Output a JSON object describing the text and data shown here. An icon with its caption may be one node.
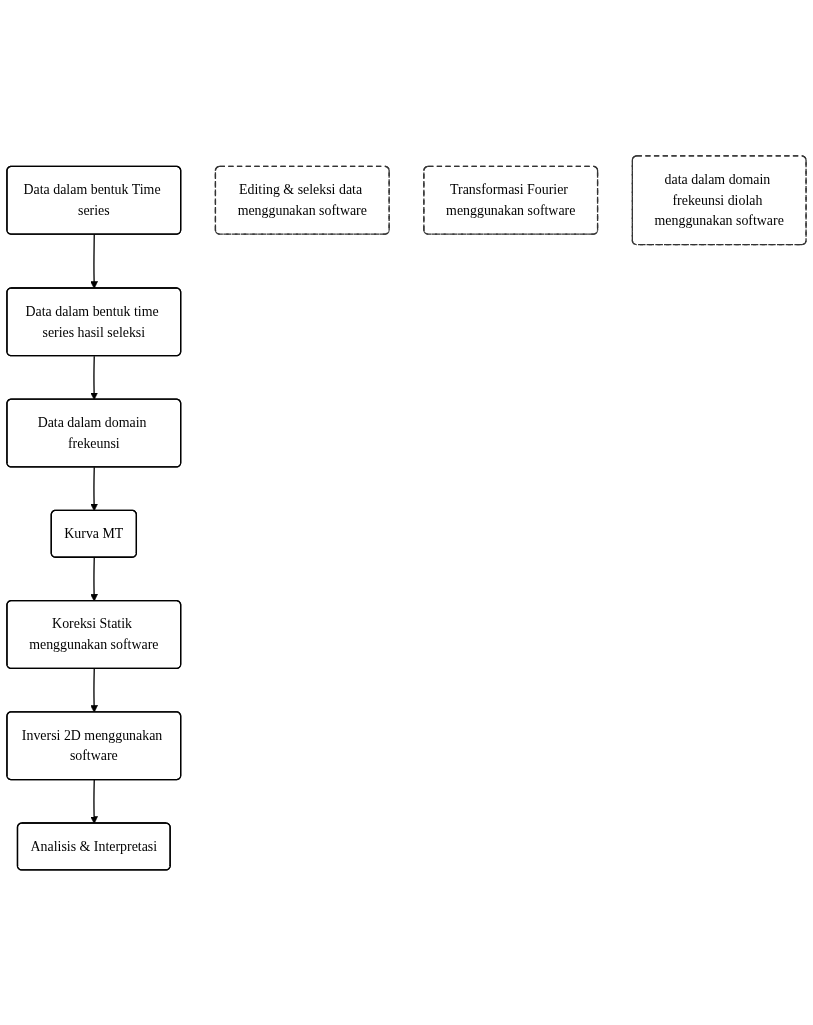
{
  "diagram": {
    "nodes": [
      {
        "text": [
          "Data dalam bentuk Time series"
        ]
      },
      {
        "text": [
          "Editing & seleksi data menggunakan software"
        ]
      },
      {
        "text": [
          "Data dalam bentuk time series hasil seleksi"
        ]
      },
      {
        "text": [
          "Transformasi Fourier menggunakan software"
        ]
      },
      {
        "text": [
          "Data dalam domain frekeunsi"
        ]
      },
      {
        "text": [
          "data dalam domain frekeunsi diolah menggunakan software"
        ]
      },
      {
        "text": [
          "Kurva MT"
        ]
      },
      {
        "text": [
          "Koreksi Statik menggunakan software"
        ]
      },
      {
        "text": [
          "Inversi 2D menggunakan software"
        ]
      },
      {
        "text": [
          "Analisis & Interpretasi"
        ]
      }
    ],
    "edges": [
      {
        "from": 0,
        "to": 2,
        "arrow": "to"
      },
      {
        "from": 2,
        "to": 4,
        "arrow": "to"
      },
      {
        "from": 4,
        "to": 6,
        "arrow": "to"
      },
      {
        "from": 6,
        "to": 7,
        "arrow": "to"
      },
      {
        "from": 7,
        "to": 8,
        "arrow": "to"
      },
      {
        "from": 8,
        "to": 9,
        "arrow": "to"
      }
    ]
  }
}
